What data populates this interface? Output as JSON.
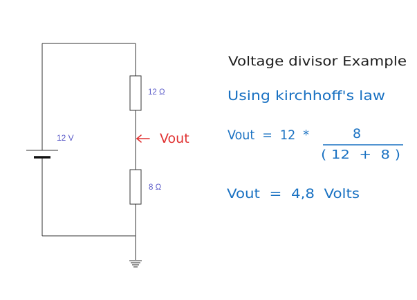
{
  "circuit": {
    "source_label": "12 V",
    "r1_label": "12 Ω",
    "r2_label": "8 Ω",
    "vout_label": "Vout"
  },
  "notes": {
    "title": "Voltage divisor Example",
    "method": "Using kirchhoff's law",
    "formula_lhs": "Vout  =  12  *",
    "formula_numerator": "8",
    "formula_denominator": "( 12  +  8 )",
    "result": "Vout  =  4,8  Volts"
  },
  "colors": {
    "wire": "#333333",
    "component_label": "#5a5ac8",
    "vout": "#e03131",
    "note_blue": "#1971c2",
    "note_black": "#1e1e1e"
  }
}
